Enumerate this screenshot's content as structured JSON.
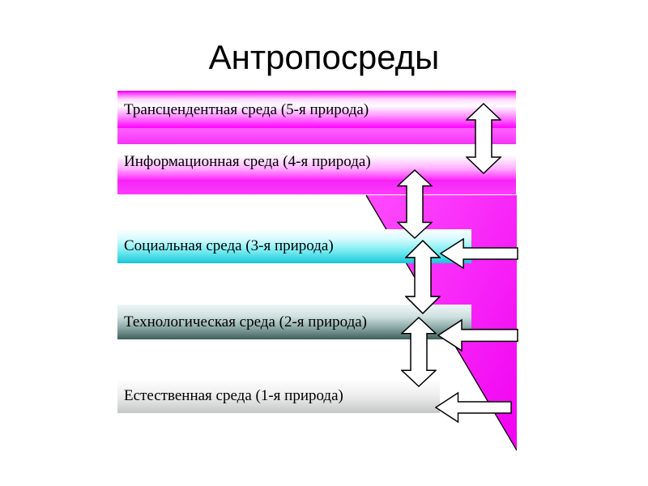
{
  "slide": {
    "title": "Антропосреды"
  },
  "diagram": {
    "bars": [
      {
        "label": "Трансцендентная среда (5-я природа)",
        "color": "#ff00ff"
      },
      {
        "label": "Информационная среда (4-я природа)",
        "color": "#ff66ff"
      },
      {
        "label": "Социальная среда (3-я природа)",
        "color": "#2fd0dd"
      },
      {
        "label": "Технологическая среда (2-я природа)",
        "color": "#44605c"
      },
      {
        "label": "Естественная среда (1-я природа)",
        "color": "#d9d9d9"
      }
    ],
    "accent_color": "#ff00ff",
    "icons": {
      "up_down_arrow": "⇕",
      "left_arrow": "⇐"
    }
  }
}
